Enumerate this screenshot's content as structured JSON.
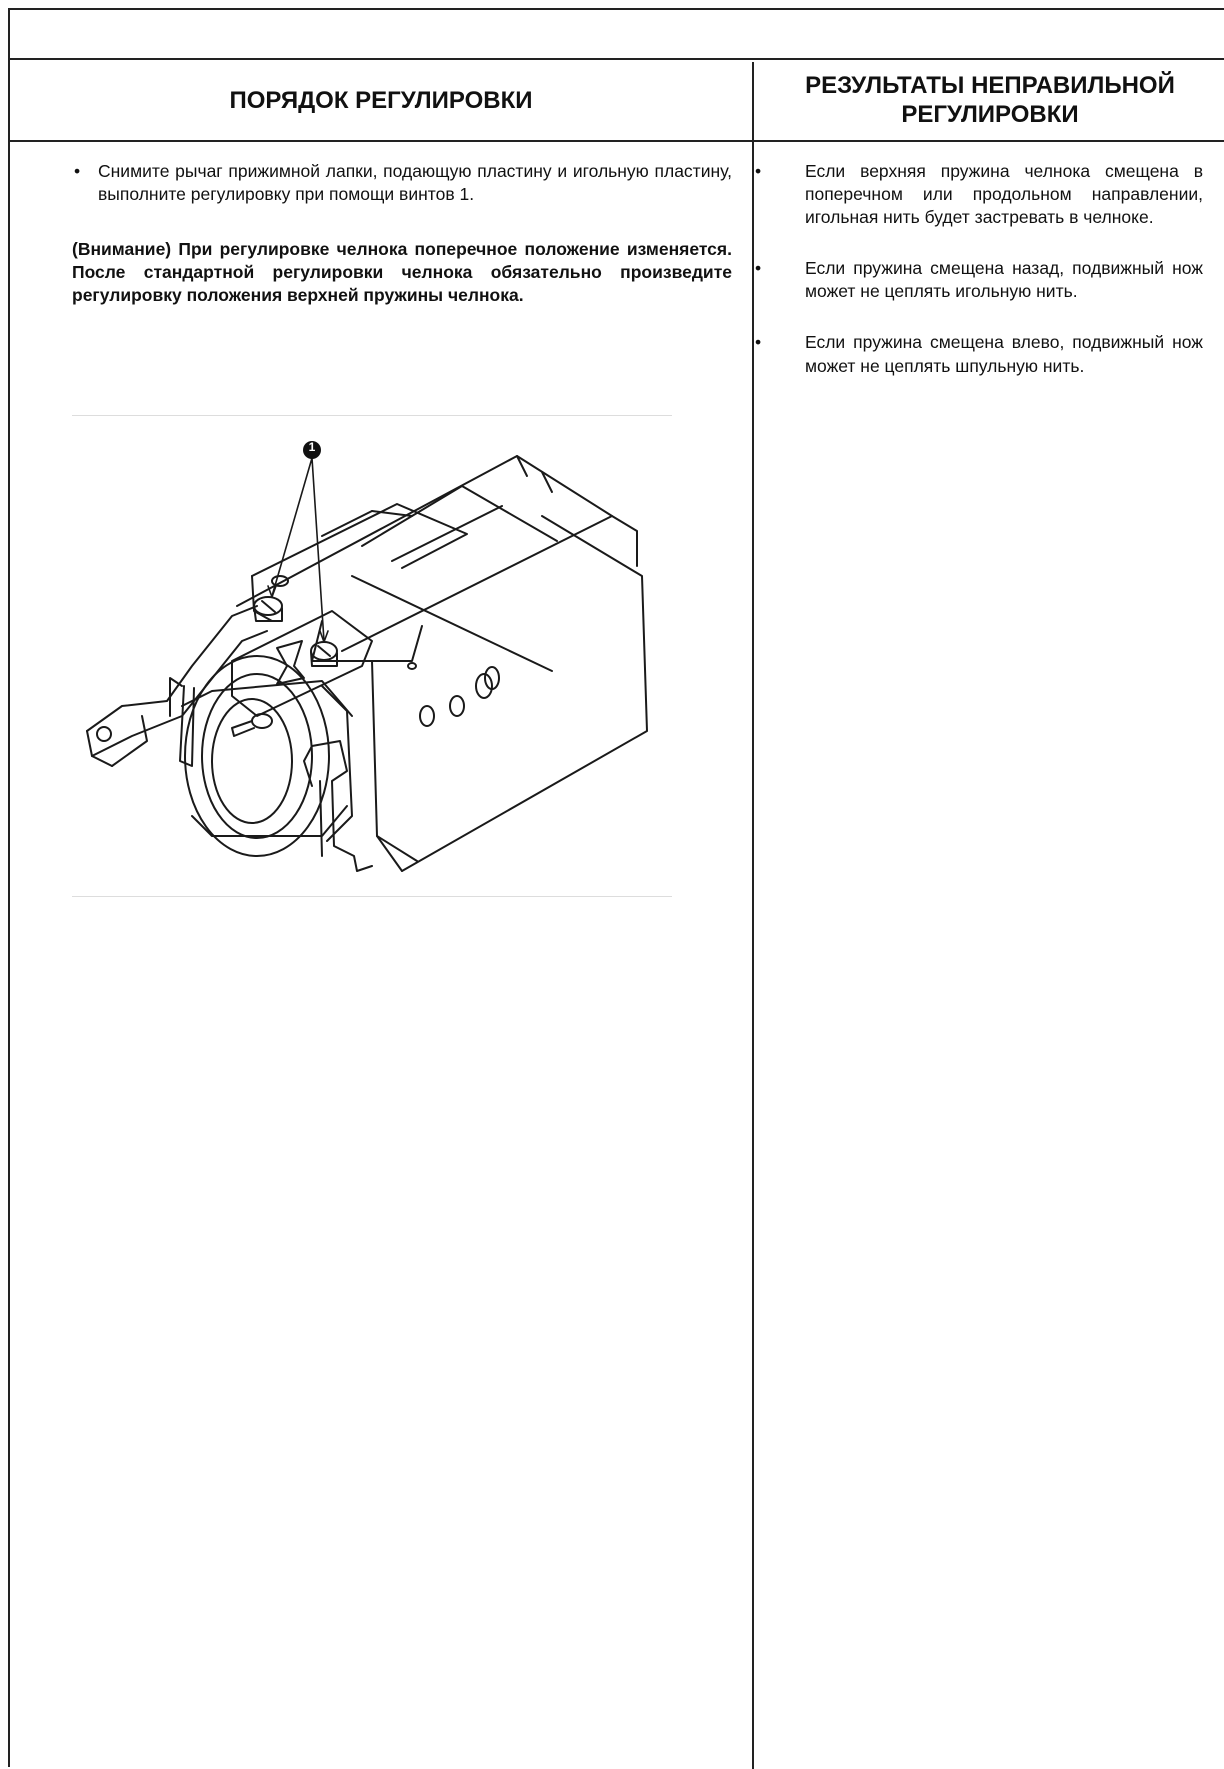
{
  "header": {
    "left_title": "ПОРЯДОК РЕГУЛИРОВКИ",
    "right_title": "РЕЗУЛЬТАТЫ НЕПРАВИЛЬНОЙ РЕГУЛИРОВКИ"
  },
  "procedure": {
    "bullet": "•",
    "step": "Снимите рычаг прижимной лапки, подающую пластину и игольную пластину, выполните регулировку при помощи винтов 1.",
    "note": "(Внимание) При регулировке челнока поперечное положение изменяется. После стандартной регулировки челнока обязательно произведите регулировку положения верхней пружины челнока."
  },
  "figure": {
    "callout": "1",
    "icon": "shuttle-hook-illustration"
  },
  "results": {
    "bullet": "•",
    "items": [
      "Если верхняя пружина челнока смещена в поперечном или продольном направлении, игольная нить будет застревать в челноке.",
      "Если пружина смещена назад, подвижный нож может не цеплять игольную нить.",
      "Если пружина смещена влево, подвижный нож может не цеплять шпульную нить."
    ]
  }
}
